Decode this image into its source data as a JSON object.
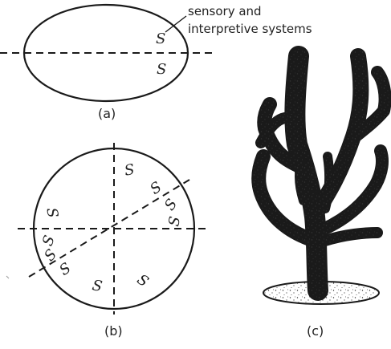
{
  "annotation": [
    "sensory and",
    "interpretive systems"
  ],
  "panel_a": {
    "caption": "(a)",
    "marks": [
      "S",
      "S"
    ]
  },
  "panel_b": {
    "caption": "(b)",
    "marks": [
      "S",
      "S",
      "S",
      "S",
      "S",
      "S",
      "S",
      "S",
      "S",
      "S"
    ]
  },
  "panel_c": {
    "caption": "(c)"
  }
}
